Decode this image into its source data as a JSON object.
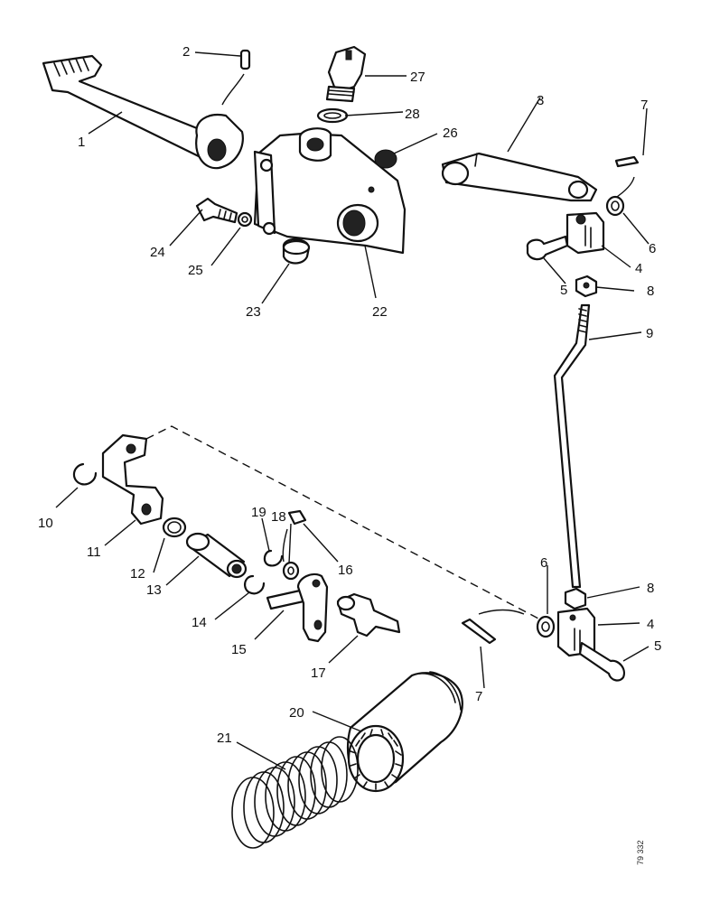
{
  "diagram": {
    "labels": {
      "p1": "1",
      "p2": "2",
      "p3": "3",
      "p4a": "4",
      "p4b": "4",
      "p5a": "5",
      "p5b": "5",
      "p6a": "6",
      "p6b": "6",
      "p7a": "7",
      "p7b": "7",
      "p8a": "8",
      "p8b": "8",
      "p9": "9",
      "p10": "10",
      "p11": "11",
      "p12": "12",
      "p13": "13",
      "p14": "14",
      "p15": "15",
      "p16": "16",
      "p17": "17",
      "p18": "18",
      "p19": "19",
      "p20": "20",
      "p21": "21",
      "p22": "22",
      "p23": "23",
      "p24": "24",
      "p25": "25",
      "p26": "26",
      "p27": "27",
      "p28": "28"
    },
    "drawing_code": "79 332"
  }
}
